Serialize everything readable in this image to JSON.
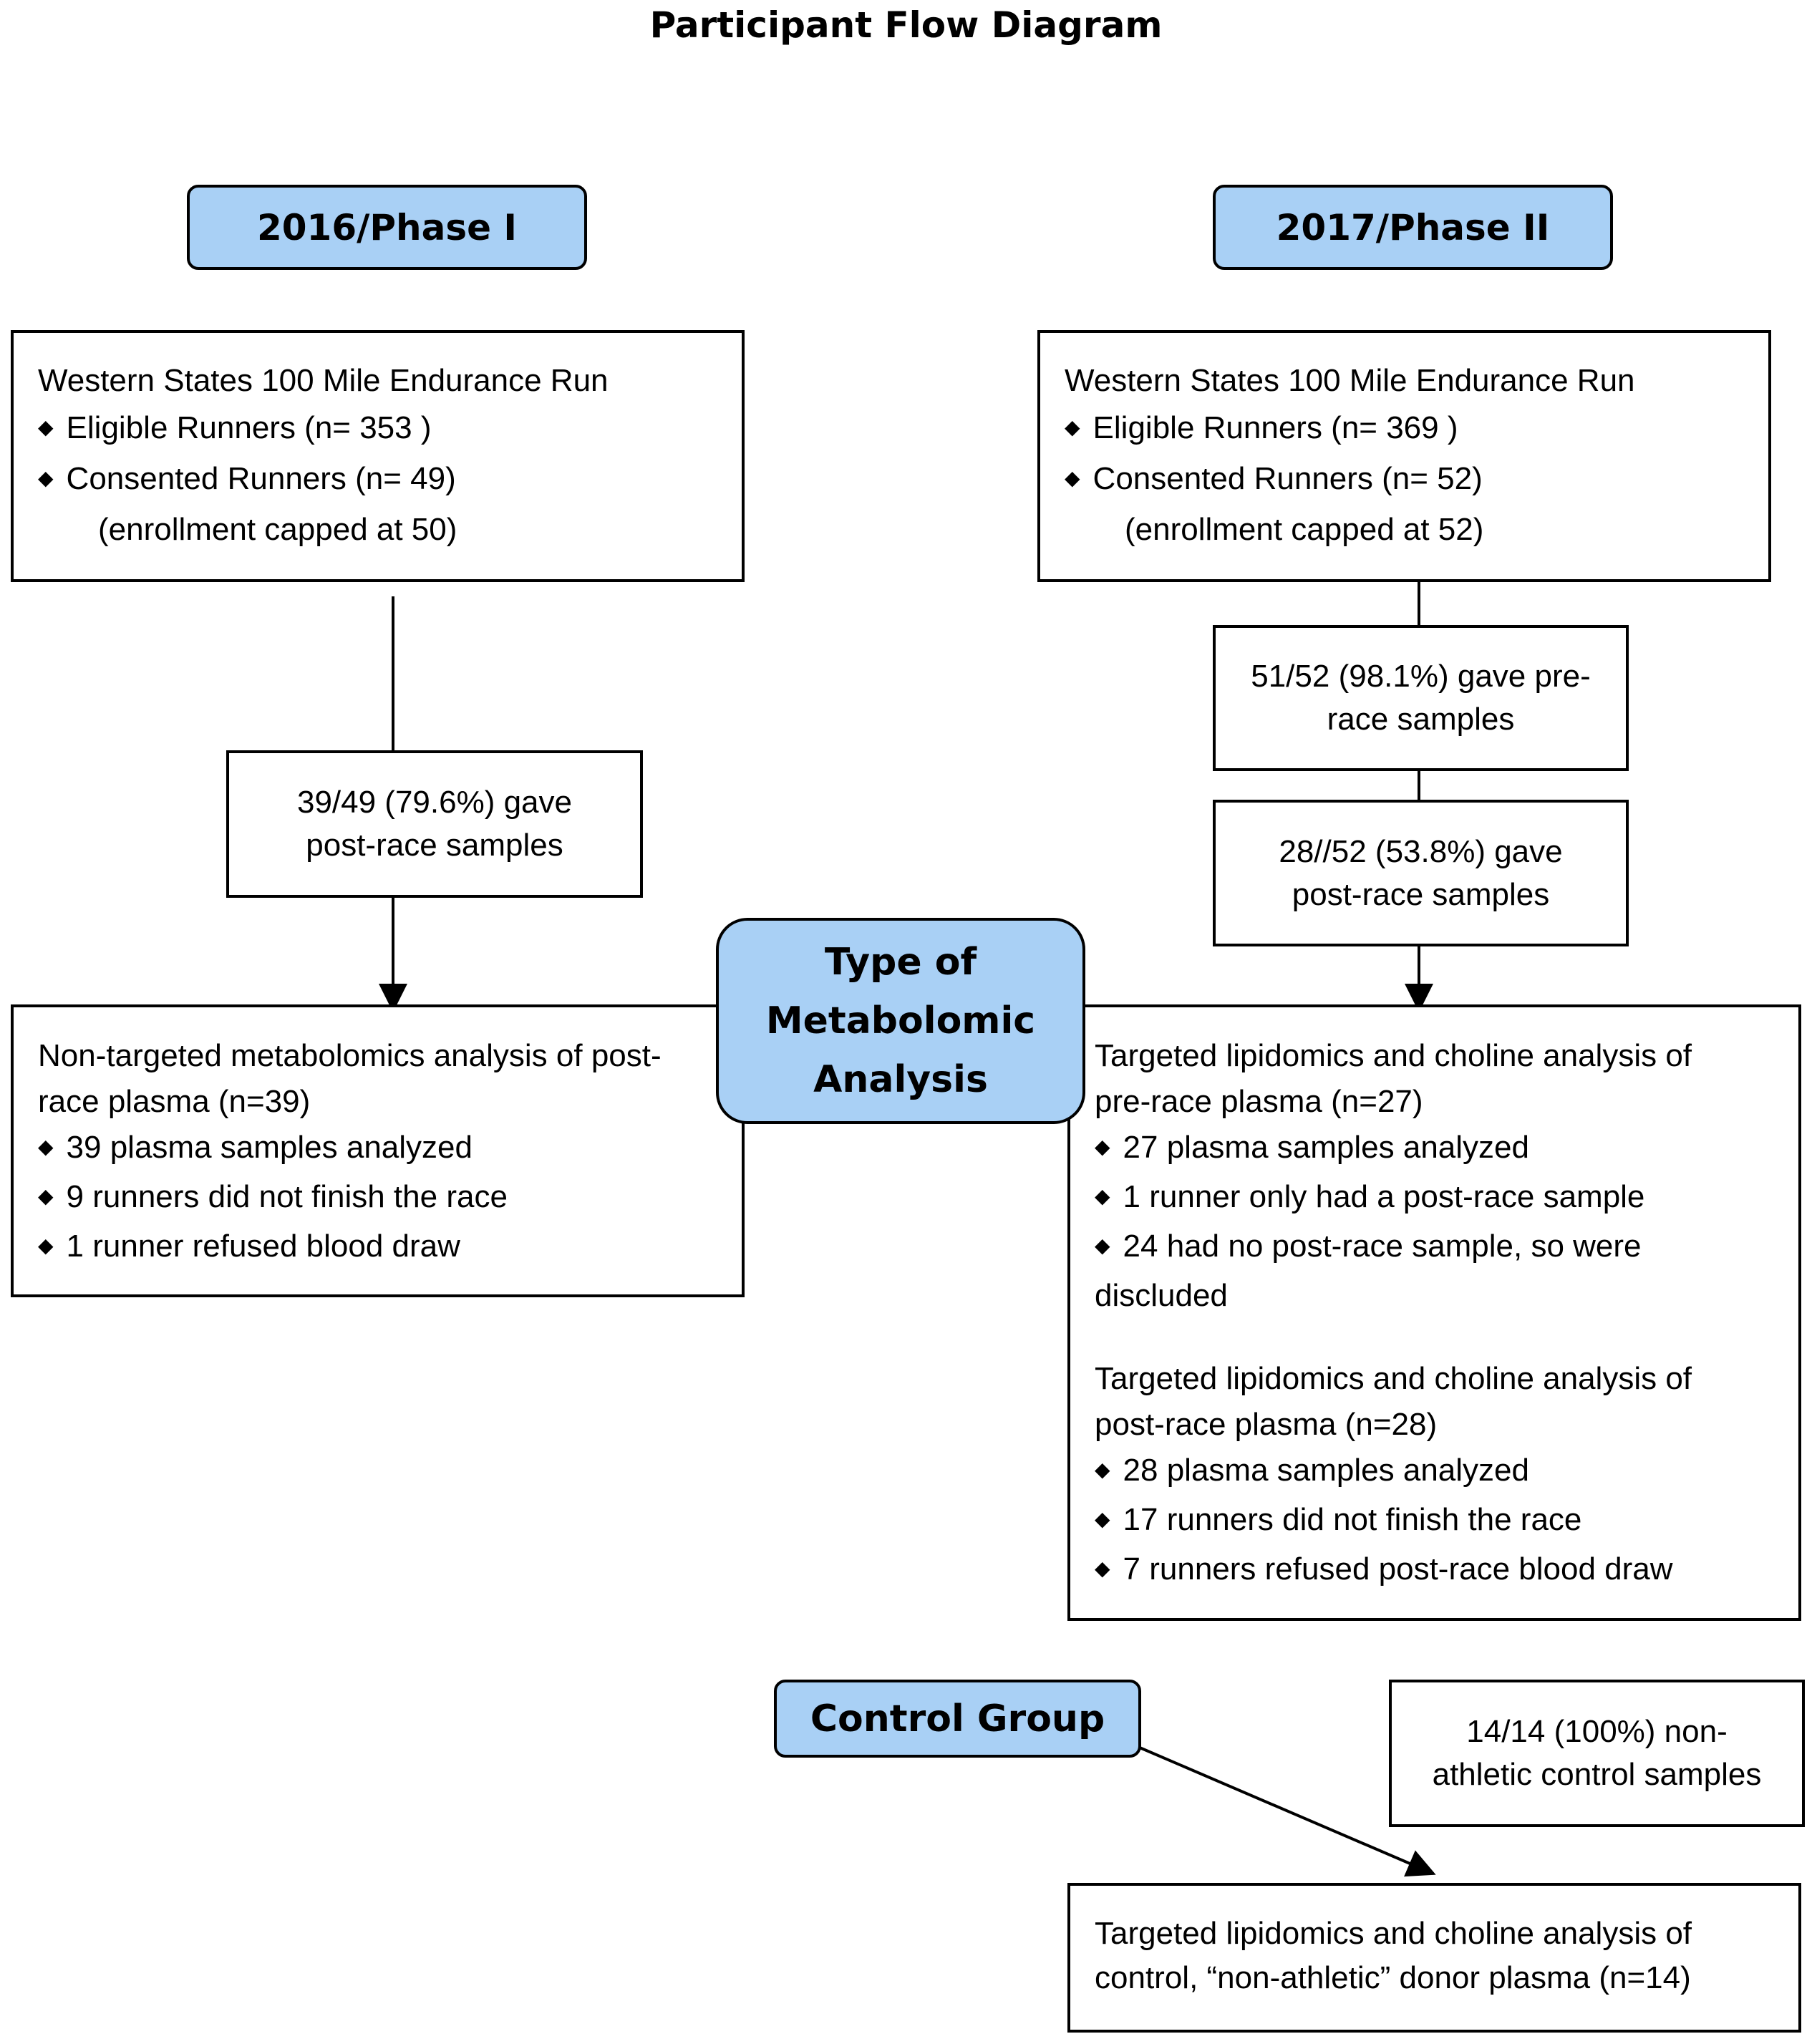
{
  "title": "Participant Flow Diagram",
  "phase1": {
    "label": "2016/Phase I",
    "race": "Western States 100 Mile Endurance Run",
    "eligible": "Eligible Runners (n= 353 )",
    "consented": "Consented Runners (n= 49)",
    "cap": "(enrollment capped at 50)",
    "post_line1": "39/49 (79.6%) gave",
    "post_line2": "post-race samples",
    "analysis_line1": "Non-targeted metabolomics analysis of post-",
    "analysis_line2": "race plasma (n=39)",
    "bullets": [
      "39 plasma samples analyzed",
      "9 runners did not finish the race",
      "1 runner refused blood draw"
    ]
  },
  "phase2": {
    "label": "2017/Phase II",
    "race": "Western States 100 Mile Endurance Run",
    "eligible": "Eligible Runners (n= 369 )",
    "consented": "Consented Runners (n= 52)",
    "cap": "(enrollment capped at 52)",
    "pre_line1": "51/52 (98.1%) gave pre-",
    "pre_line2": "race samples",
    "post_line1": "28//52 (53.8%) gave",
    "post_line2": "post-race samples",
    "pre_analysis_line1": "Targeted lipidomics and choline analysis of",
    "pre_analysis_line2": "pre-race plasma (n=27)",
    "pre_bullets": [
      "27 plasma samples analyzed",
      "1 runner only had a post-race sample",
      "24 had no post-race sample, so were"
    ],
    "pre_wrap": "discluded",
    "post_analysis_line1": "Targeted lipidomics and choline analysis of",
    "post_analysis_line2": "post-race plasma (n=28)",
    "post_bullets": [
      "28 plasma samples analyzed",
      "17 runners did not finish the race",
      "7 runners refused post-race blood draw"
    ]
  },
  "metabolomic": {
    "line1": "Type of",
    "line2": "Metabolomic",
    "line3": "Analysis"
  },
  "control": {
    "label": "Control Group",
    "samples_line1": "14/14 (100%) non-",
    "samples_line2": "athletic control samples",
    "analysis_line1": "Targeted lipidomics and choline analysis of",
    "analysis_line2": "control, “non-athletic” donor plasma (n=14)"
  },
  "bullet_symbol": "◆"
}
